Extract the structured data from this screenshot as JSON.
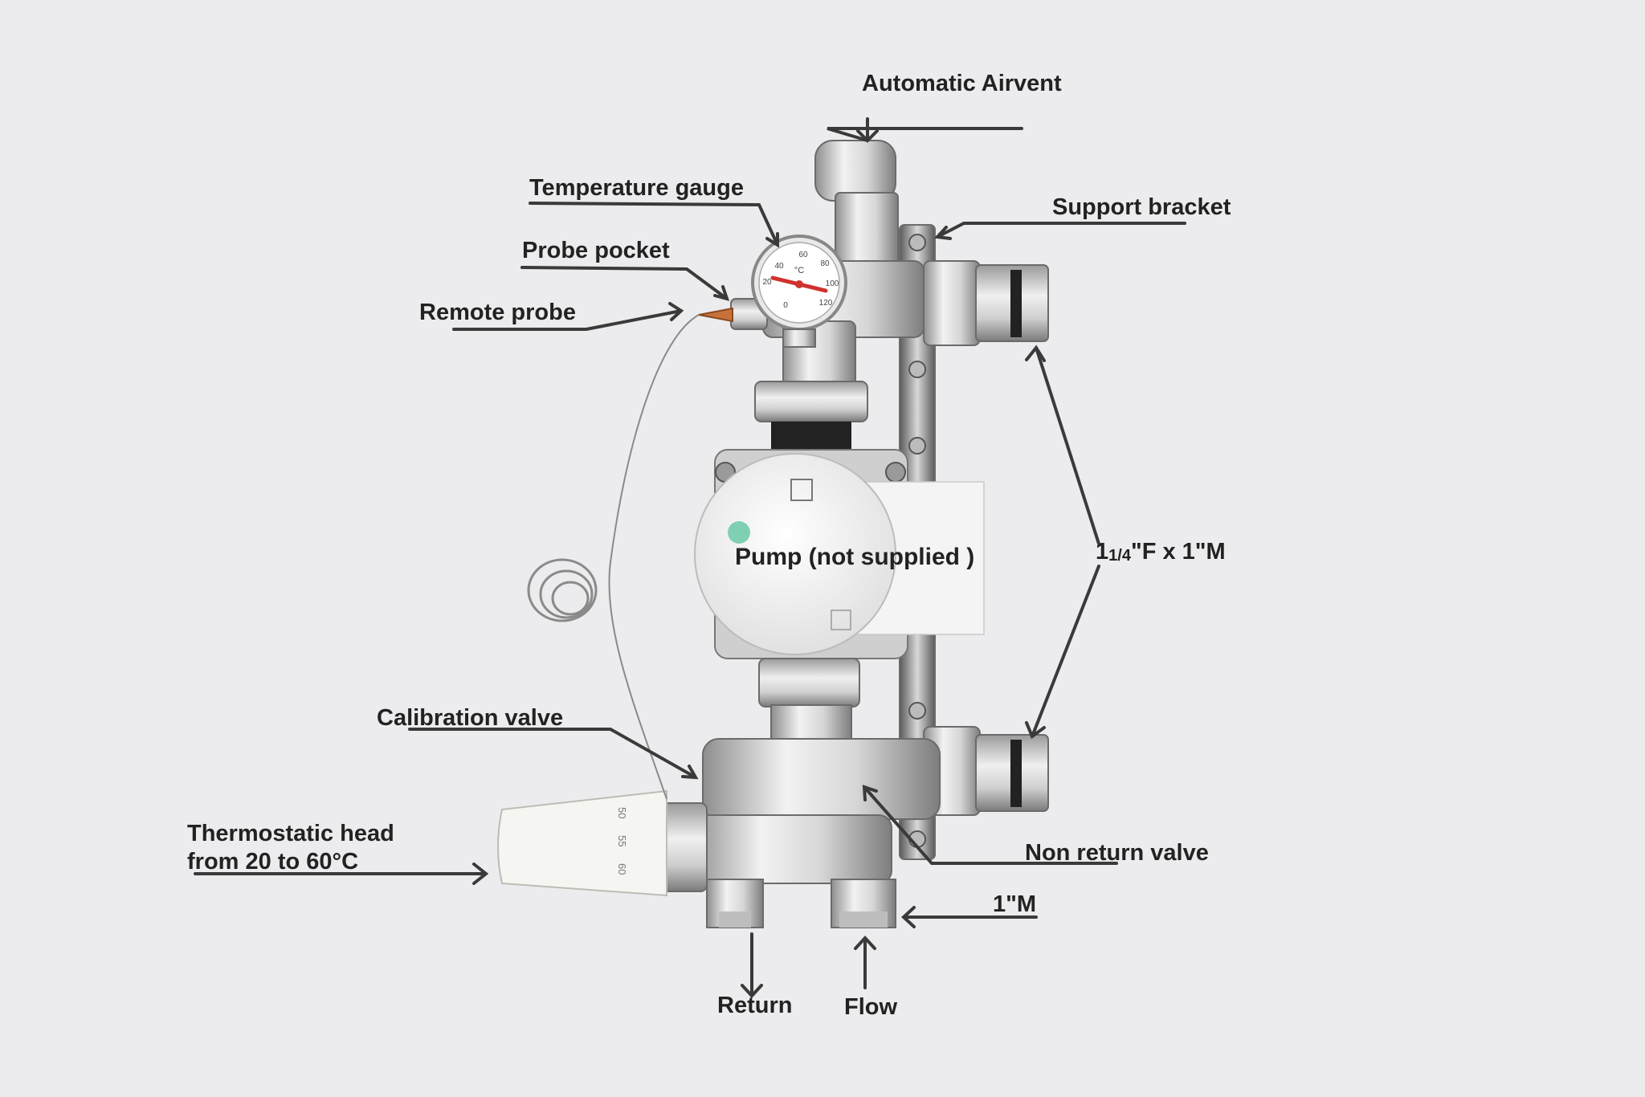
{
  "labels": {
    "automatic_airvent": "Automatic Airvent",
    "temperature_gauge": "Temperature gauge",
    "support_bracket": "Support bracket",
    "probe_pocket": "Probe pocket",
    "remote_probe": "Remote probe",
    "pipe_size": {
      "main": "1",
      "fraction": "1/4",
      "rest": "\"F x 1\"M"
    },
    "pump": "Pump (not supplied )",
    "calibration_valve": "Calibration valve",
    "thermostatic_head_line1": "Thermostatic head",
    "thermostatic_head_line2": "from 20 to 60°C",
    "non_return_valve": "Non return valve",
    "male_thread": "1\"M",
    "return": "Return",
    "flow": "Flow"
  },
  "gauge": {
    "unit": "°C",
    "ticks": [
      "0",
      "20",
      "40",
      "60",
      "80",
      "100",
      "120"
    ]
  },
  "thermostat_scale": [
    "50",
    "55",
    "60"
  ],
  "colors": {
    "background": "#ececee",
    "label_text": "#222222",
    "leader_line": "#3a3a3a",
    "metal": "#c9c9c9",
    "pump_face": "#f4f4f4",
    "needle": "#d0312d"
  }
}
